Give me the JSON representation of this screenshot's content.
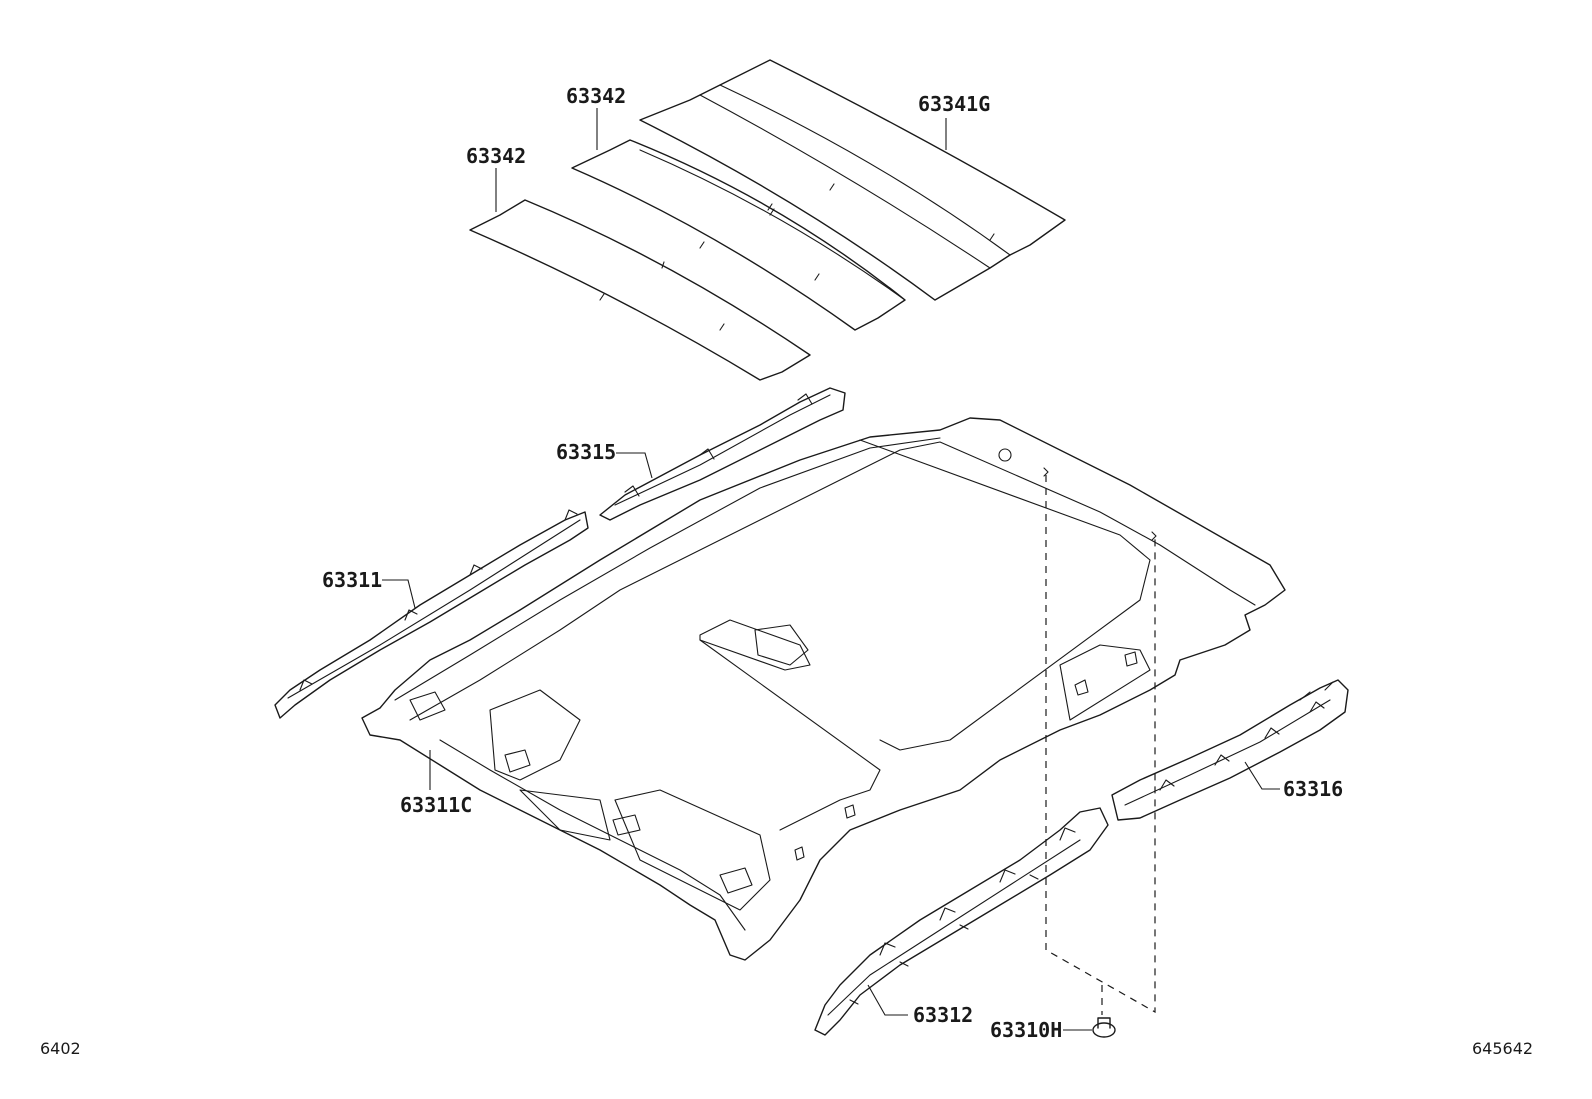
{
  "callouts": {
    "c_63342_a": "63342",
    "c_63342_b": "63342",
    "c_63341g": "63341G",
    "c_63315": "63315",
    "c_63311": "63311",
    "c_63311c": "63311C",
    "c_63316": "63316",
    "c_63312": "63312",
    "c_63310h": "63310H"
  },
  "footer": {
    "left_code": "6402",
    "right_code": "645642"
  }
}
